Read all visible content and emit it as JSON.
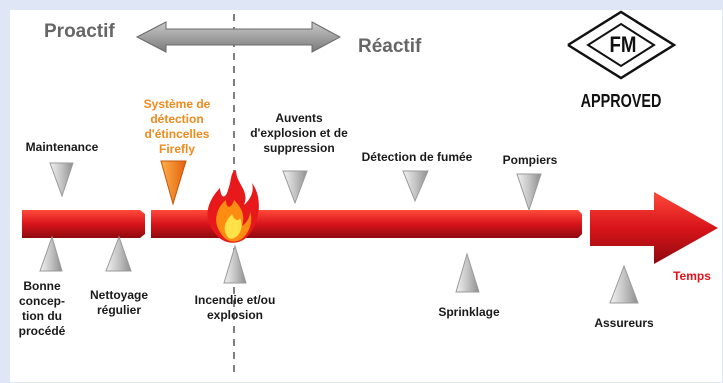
{
  "header": {
    "left": "Proactif",
    "right": "Réactif"
  },
  "badge": {
    "top": "FM",
    "bottom": "APPROVED"
  },
  "labels": {
    "maintenance": "Maintenance",
    "firefly": "Système de\ndétection\nd'étincelles\nFirefly",
    "auvents": "Auvents\nd'explosion et de\nsuppression",
    "fumee": "Détection de fumée",
    "pompiers": "Pompiers",
    "bonne": "Bonne\nconcep-\ntion du\nprocédé",
    "nettoyage": "Nettoyage\nrégulier",
    "incendie": "Incendie et/ou\nexplosion",
    "sprinklage": "Sprinklage",
    "assureurs": "Assureurs",
    "temps": "Temps"
  },
  "colors": {
    "accent_orange": "#f08a1c",
    "temps_red": "#e0121b",
    "bar_red": "#d8141b",
    "cone_gray": "#b8b8b8"
  }
}
